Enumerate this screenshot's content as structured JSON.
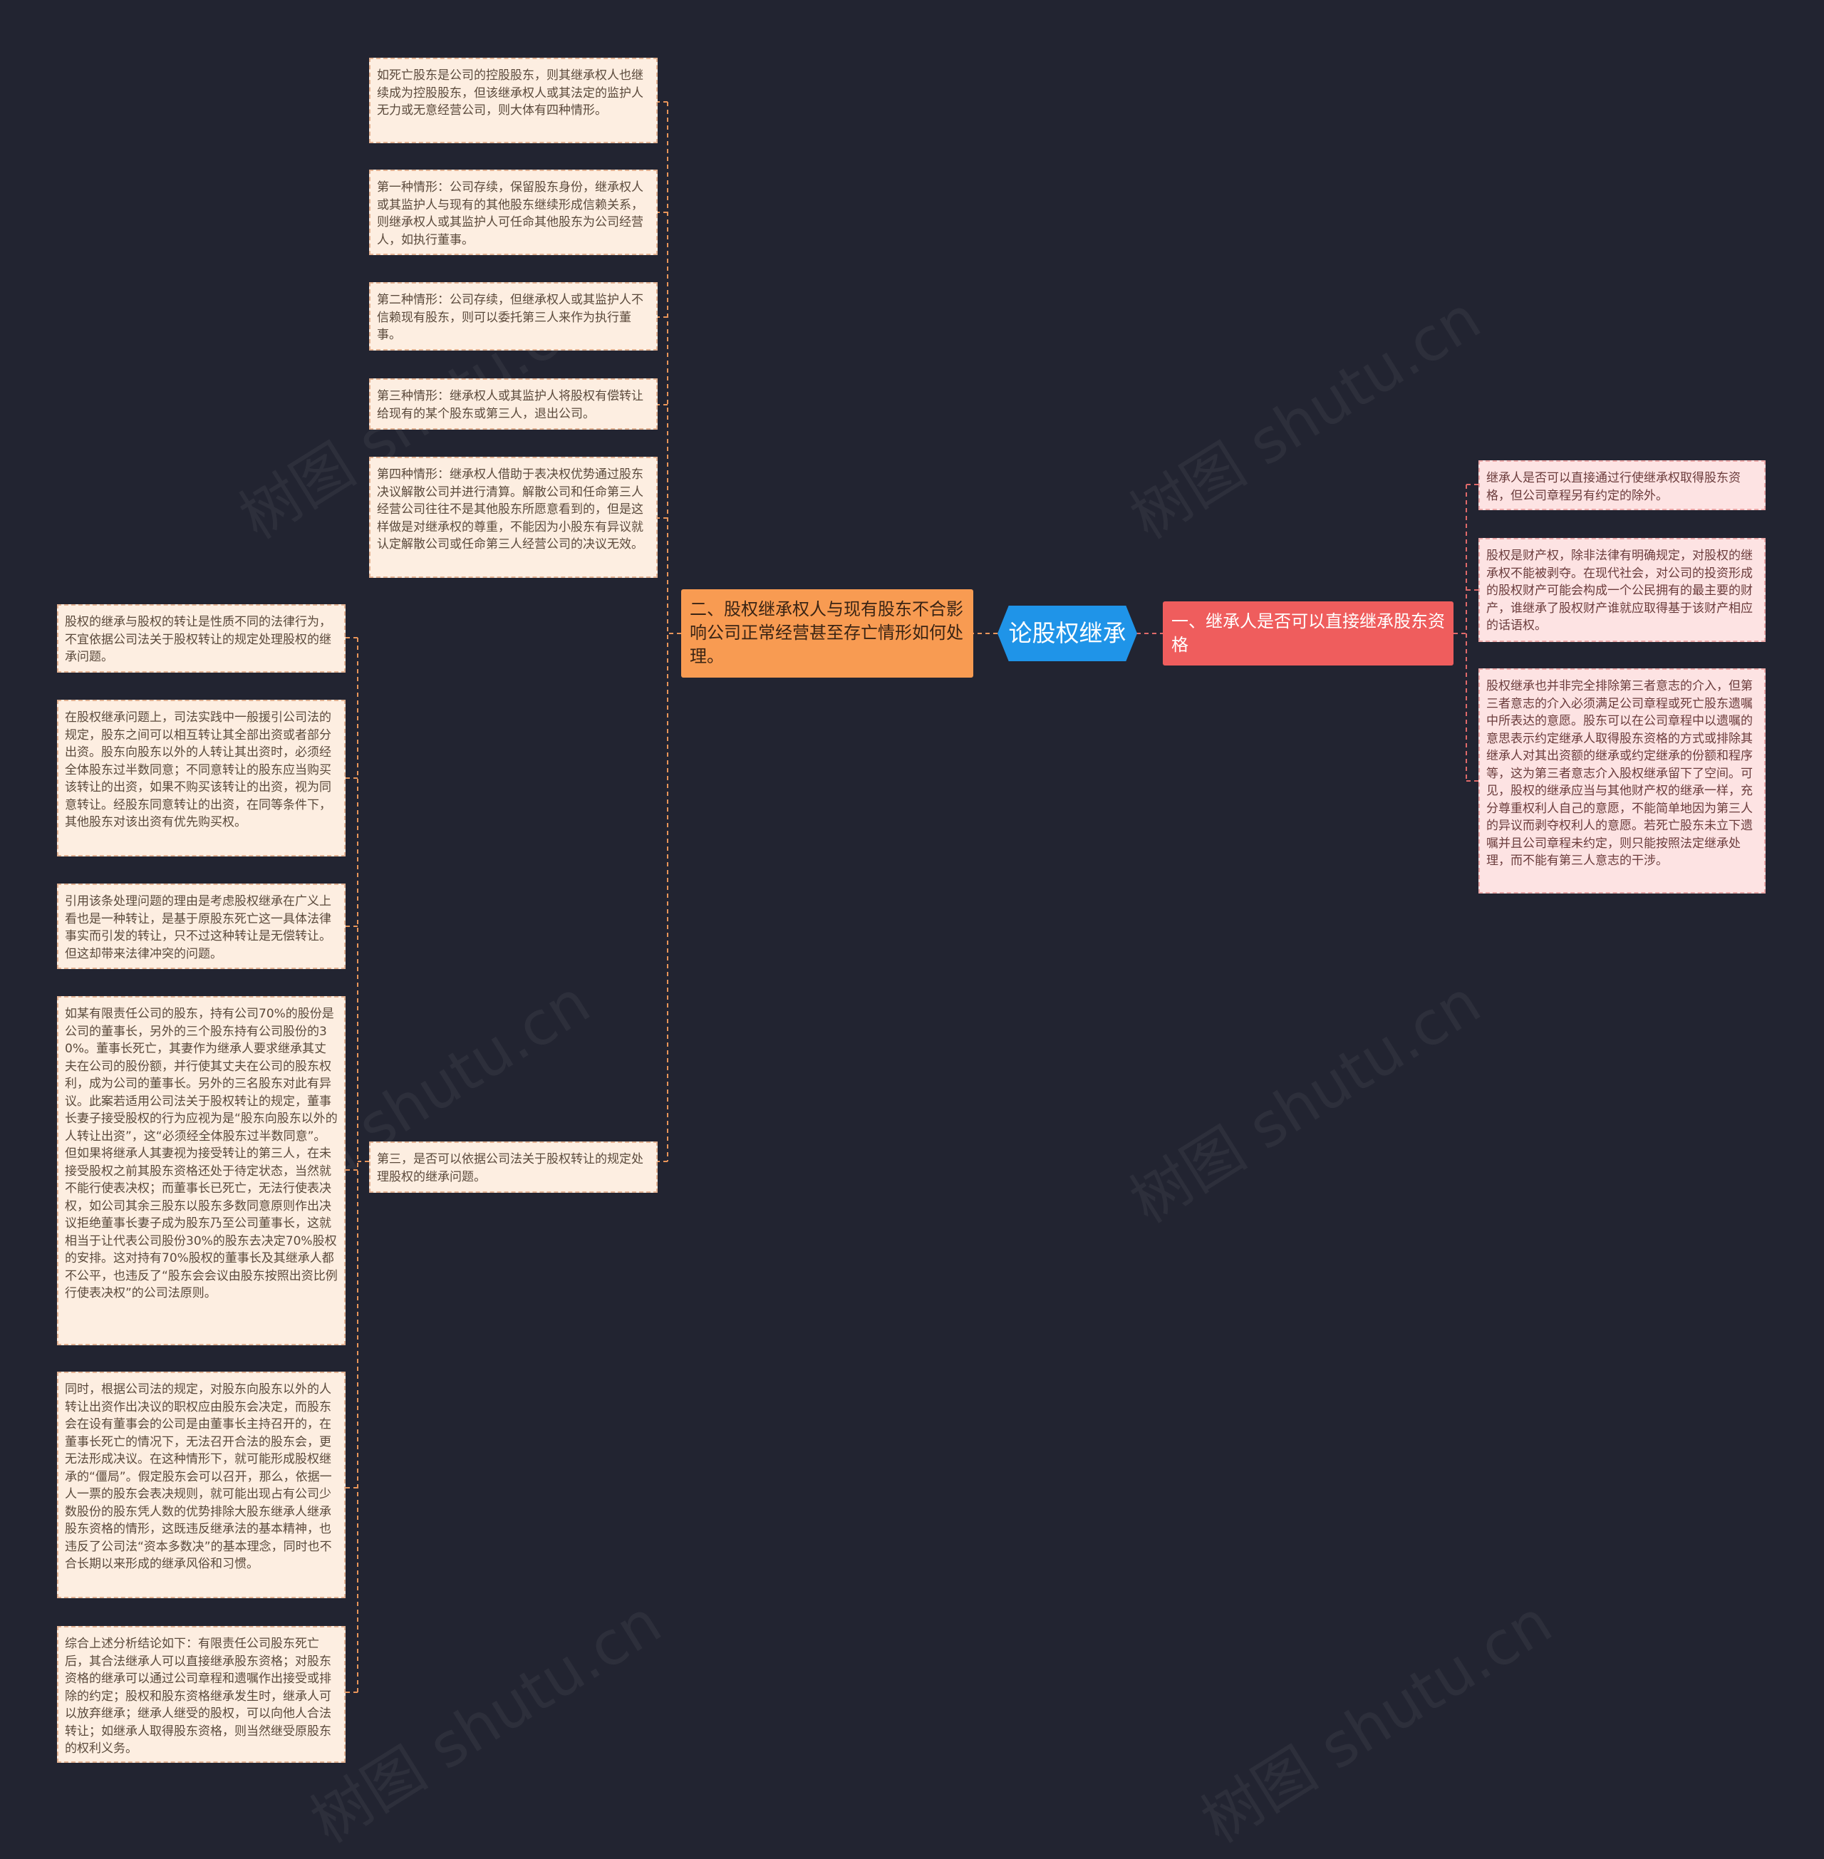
{
  "root": {
    "title": "论股权继承"
  },
  "branch_right": {
    "title": "一、继承人是否可以直接继承股东资格",
    "children": [
      "继承人是否可以直接通过行使继承权取得股东资格，但公司章程另有约定的除外。",
      "股权是财产权，除非法律有明确规定，对股权的继承权不能被剥夺。在现代社会，对公司的投资形成的股权财产可能会构成一个公民拥有的最主要的财产，谁继承了股权财产谁就应取得基于该财产相应的话语权。",
      "股权继承也并非完全排除第三者意志的介入，但第三者意志的介入必须满足公司章程或死亡股东遗嘱中所表达的意愿。股东可以在公司章程中以遗嘱的意思表示约定继承人取得股东资格的方式或排除其继承人对其出资额的继承或约定继承的份额和程序等，这为第三者意志介入股权继承留下了空间。可见，股权的继承应当与其他财产权的继承一样，充分尊重权利人自己的意愿，不能简单地因为第三人的异议而剥夺权利人的意愿。若死亡股东未立下遗嘱并且公司章程未约定，则只能按照法定继承处理，而不能有第三人意志的干涉。"
    ]
  },
  "branch_left": {
    "title": "二、股权继承权人与现有股东不合影响公司正常经营甚至存亡情形如何处理。",
    "children": [
      "如死亡股东是公司的控股股东，则其继承权人也继续成为控股股东，但该继承权人或其法定的监护人无力或无意经营公司，则大体有四种情形。",
      "第一种情形：公司存续，保留股东身份，继承权人或其监护人与现有的其他股东继续形成信赖关系，则继承权人或其监护人可任命其他股东为公司经营人，如执行董事。",
      "第二种情形：公司存续，但继承权人或其监护人不信赖现有股东，则可以委托第三人来作为执行董事。",
      "第三种情形：继承权人或其监护人将股权有偿转让给现有的某个股东或第三人，退出公司。",
      "第四种情形：继承权人借助于表决权优势通过股东决议解散公司并进行清算。解散公司和任命第三人经营公司往往不是其他股东所愿意看到的，但是这样做是对继承权的尊重，不能因为小股东有异议就认定解散公司或任命第三人经营公司的决议无效。"
    ],
    "sub": {
      "title": "第三，是否可以依据公司法关于股权转让的规定处理股权的继承问题。",
      "children": [
        "股权的继承与股权的转让是性质不同的法律行为，不宜依据公司法关于股权转让的规定处理股权的继承问题。",
        "在股权继承问题上，司法实践中一般援引公司法的规定，股东之间可以相互转让其全部出资或者部分出资。股东向股东以外的人转让其出资时，必须经全体股东过半数同意；不同意转让的股东应当购买该转让的出资，如果不购买该转让的出资，视为同意转让。经股东同意转让的出资，在同等条件下，其他股东对该出资有优先购买权。",
        "引用该条处理问题的理由是考虑股权继承在广义上看也是一种转让，是基于原股东死亡这一具体法律事实而引发的转让，只不过这种转让是无偿转让。但这却带来法律冲突的问题。",
        "如某有限责任公司的股东，持有公司70%的股份是公司的董事长，另外的三个股东持有公司股份的30%。董事长死亡，其妻作为继承人要求继承其丈夫在公司的股份额，并行使其丈夫在公司的股东权利，成为公司的董事长。另外的三名股东对此有异议。此案若适用公司法关于股权转让的规定，董事长妻子接受股权的行为应视为是“股东向股东以外的人转让出资”，这“必须经全体股东过半数同意”。但如果将继承人其妻视为接受转让的第三人，在未接受股权之前其股东资格还处于待定状态，当然就不能行使表决权；而董事长已死亡，无法行使表决权，如公司其余三股东以股东多数同意原则作出决议拒绝董事长妻子成为股东乃至公司董事长，这就相当于让代表公司股份30%的股东去决定70%股权的安排。这对持有70%股权的董事长及其继承人都不公平，也违反了“股东会会议由股东按照出资比例行使表决权”的公司法原则。",
        "同时，根据公司法的规定，对股东向股东以外的人转让出资作出决议的职权应由股东会决定，而股东会在设有董事会的公司是由董事长主持召开的，在董事长死亡的情况下，无法召开合法的股东会，更无法形成决议。在这种情形下，就可能形成股权继承的“僵局”。假定股东会可以召开，那么，依据一人一票的股东会表决规则，就可能出现占有公司少数股份的股东凭人数的优势排除大股东继承人继承股东资格的情形，这既违反继承法的基本精神，也违反了公司法“资本多数决”的基本理念，同时也不合长期以来形成的继承风俗和习惯。",
        "综合上述分析结论如下：有限责任公司股东死亡后，其合法继承人可以直接继承股东资格；对股东资格的继承可以通过公司章程和遗嘱作出接受或排除的约定；股权和股东资格继承发生时，继承人可以放弃继承；继承人继受的股权，可以向他人合法转让；如继承人取得股东资格，则当然继受原股东的权利义务。"
      ]
    }
  },
  "watermark": "树图 shutu.cn",
  "colors": {
    "background": "#222431",
    "root": "#1f94e8",
    "branch_left": "#f89b52",
    "branch_right": "#ef5d5d",
    "leaf_left": "#fdeee1",
    "leaf_right": "#fde3e3"
  }
}
